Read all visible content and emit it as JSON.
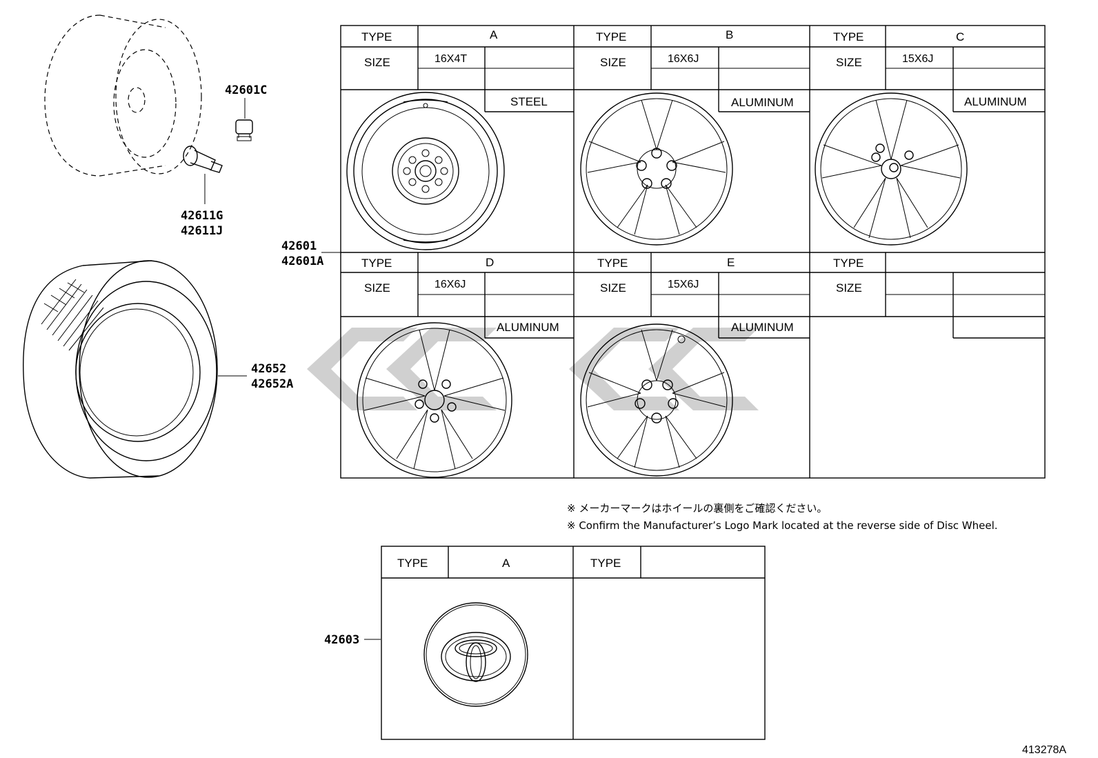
{
  "part_labels": {
    "p42601C": "42601C",
    "p42611G": "42611G",
    "p42611J": "42611J",
    "p42601": "42601",
    "p42601A": "42601A",
    "p42652": "42652",
    "p42652A": "42652A",
    "p42603": "42603"
  },
  "wheel_table": {
    "type_label": "TYPE",
    "size_label": "SIZE",
    "types": [
      {
        "code": "A",
        "size": "16X4T",
        "material": "STEEL"
      },
      {
        "code": "B",
        "size": "16X6J",
        "material": "ALUMINUM"
      },
      {
        "code": "C",
        "size": "15X6J",
        "material": "ALUMINUM"
      },
      {
        "code": "D",
        "size": "16X6J",
        "material": "ALUMINUM"
      },
      {
        "code": "E",
        "size": "15X6J",
        "material": "ALUMINUM"
      },
      {
        "code": "",
        "size": "",
        "material": ""
      }
    ]
  },
  "notes": {
    "jp": "※ メーカーマークはホイールの裏側をご確認ください。",
    "en": "※ Confirm the Manufacturer’s Logo Mark located at the reverse side of Disc Wheel."
  },
  "ornament_table": {
    "type_label": "TYPE",
    "types": [
      {
        "code": "A"
      },
      {
        "code": ""
      }
    ]
  },
  "diagram_id": "413278A"
}
